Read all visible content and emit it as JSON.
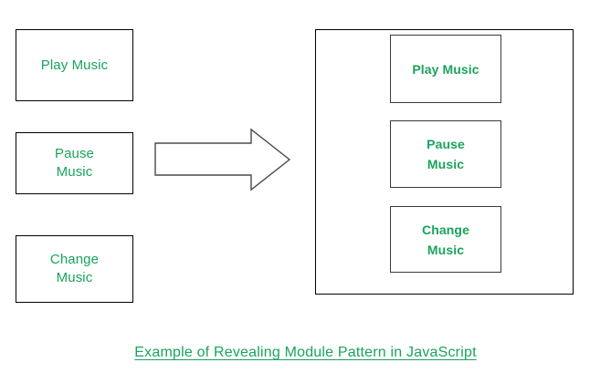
{
  "diagram": {
    "title": "Example of Revealing Module Pattern in JavaScript",
    "accent_color": "#1aa35d",
    "border_color": "#000000",
    "inner_border_color": "#3a3a3a",
    "background_color": "#ffffff",
    "left_boxes": [
      {
        "name": "play-music",
        "lines": [
          "Play Music"
        ]
      },
      {
        "name": "pause-music",
        "lines": [
          "Pause",
          "Music"
        ]
      },
      {
        "name": "change-music",
        "lines": [
          "Change",
          "Music"
        ]
      }
    ],
    "arrow": {
      "icon": "block-arrow-right-icon",
      "direction": "right"
    },
    "module_container": {
      "name": "module-container",
      "inner_boxes": [
        {
          "name": "play-music",
          "lines": [
            "Play Music"
          ]
        },
        {
          "name": "pause-music",
          "lines": [
            "Pause",
            "Music"
          ]
        },
        {
          "name": "change-music",
          "lines": [
            "Change",
            "Music"
          ]
        }
      ]
    }
  }
}
